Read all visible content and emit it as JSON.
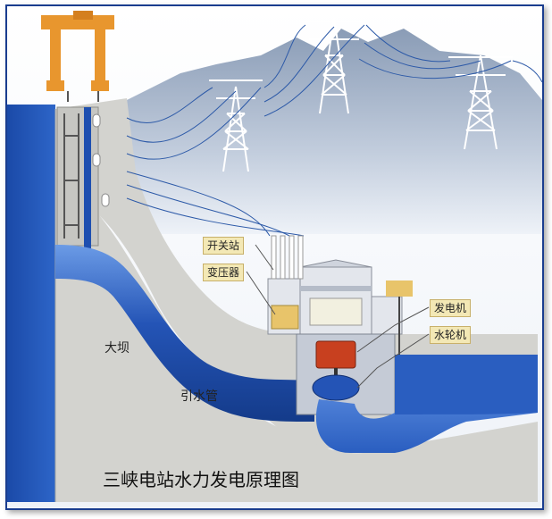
{
  "diagram": {
    "title": "三峡电站水力发电原理图",
    "labels": {
      "switch_station": "开关站",
      "transformer": "变压器",
      "generator": "发电机",
      "turbine": "水轮机",
      "dam": "大坝",
      "penstock": "引水管"
    }
  },
  "colors": {
    "water_dark": "#1e4fb0",
    "water_light": "#5a8fe0",
    "concrete": "#d3d3cf",
    "label_bg": "#f3e8b5",
    "crane": "#e8962e",
    "rotor": "#c8401f",
    "frame_border": "#1a3d8f"
  }
}
